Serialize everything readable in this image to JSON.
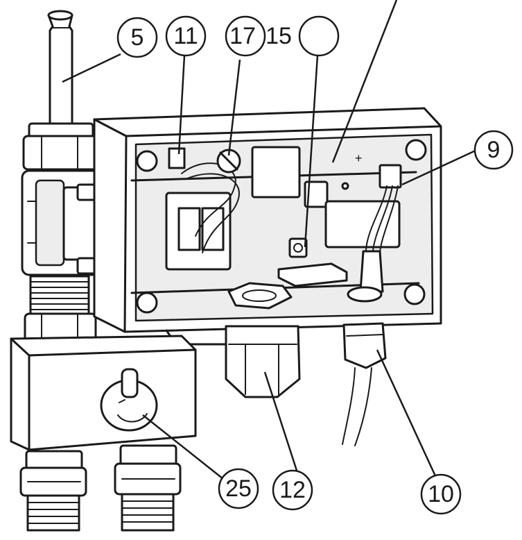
{
  "callouts": [
    {
      "id": "c5",
      "label": "5"
    },
    {
      "id": "c11",
      "label": "11"
    },
    {
      "id": "c17",
      "label": "17"
    },
    {
      "id": "c15",
      "label": "15"
    },
    {
      "id": "c9",
      "label": "9"
    },
    {
      "id": "c25",
      "label": "25"
    },
    {
      "id": "c12",
      "label": "12"
    },
    {
      "id": "c10",
      "label": "10"
    }
  ],
  "colors": {
    "line": "#1a1a1a",
    "background": "#ffffff",
    "shade": "#ededed"
  }
}
